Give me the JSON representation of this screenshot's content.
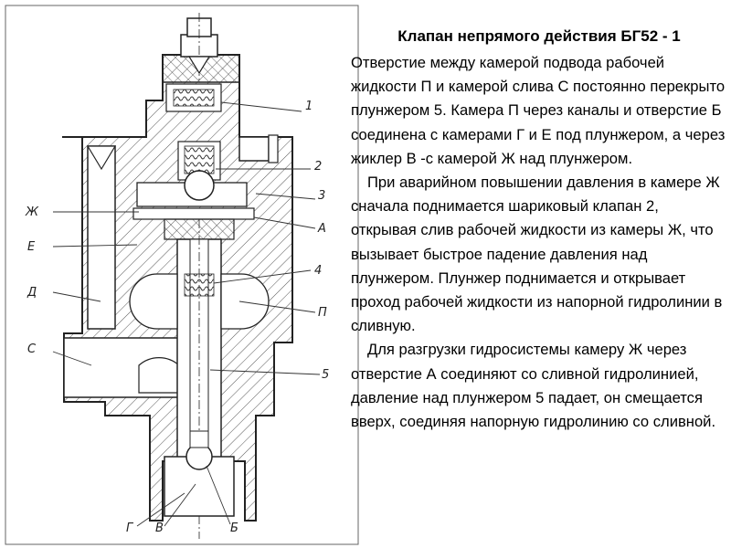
{
  "slide": {
    "title": "Клапан непрямого действия БГ52 - 1",
    "paragraphs": [
      "Отверстие между камерой подвода рабочей жидкости П и камерой  слива  С постоянно перекрыто плунжером 5. Камера П через каналы и отверстие Б соединена с камерами Г и Е под плунжером, а через жиклер В -с камерой Ж над плунжером.",
      "При  аварийном повышении давления в камере Ж сначала поднимается шариковый клапан 2, открывая слив рабочей жидкости из камеры Ж, что вызывает быстрое падение давления над плунжером. Плунжер поднимается и открывает проход рабочей жидкости из напорной гидролинии в сливную.",
      "Для разгрузки гидросистемы камеру Ж через отверстие А соединяют со сливной гидролинией, давление над плунжером 5 падает, он смещается вверх, соединяя напорную гидролинию со сливной."
    ]
  },
  "drawing": {
    "labels": {
      "n1": "1",
      "n2": "2",
      "n3": "3",
      "n4": "4",
      "n5": "5",
      "zh": "Ж",
      "e": "Е",
      "d": "Д",
      "s": "С",
      "a": "А",
      "p": "П",
      "g": "Г",
      "v": "В",
      "b": "Б"
    }
  }
}
